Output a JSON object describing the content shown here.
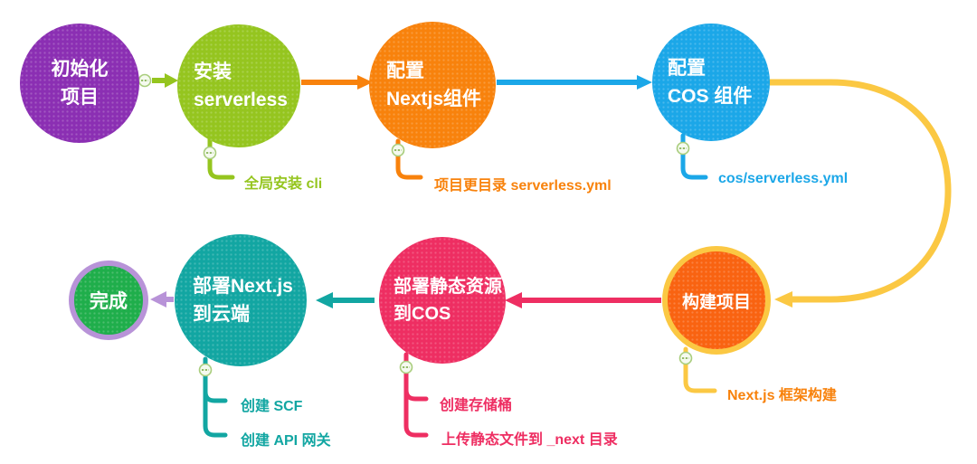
{
  "nodes": [
    {
      "id": "init-project",
      "lines": [
        "初始化",
        "项目"
      ]
    },
    {
      "id": "install-serverless",
      "lines": [
        "安装",
        "serverless"
      ]
    },
    {
      "id": "config-nextjs",
      "lines": [
        "配置",
        "Nextjs组件"
      ]
    },
    {
      "id": "config-cos",
      "lines": [
        "配置",
        "COS 组件"
      ]
    },
    {
      "id": "build-project",
      "lines": [
        "构建项目"
      ]
    },
    {
      "id": "deploy-static-to-cos",
      "lines": [
        "部署静态资源",
        "到COS"
      ]
    },
    {
      "id": "deploy-nextjs-to-cloud",
      "lines": [
        "部署Next.js",
        "到云端"
      ]
    },
    {
      "id": "done",
      "lines": [
        "完成"
      ]
    }
  ],
  "annotations": [
    {
      "text": "全局安装 cli",
      "color": "#95C51F"
    },
    {
      "text": "项目更目录 serverless.yml",
      "color": "#F8820C"
    },
    {
      "text": "cos/serverless.yml",
      "color": "#1BA7E8"
    },
    {
      "text": "Next.js 框架构建",
      "color": "#F8820C"
    },
    {
      "text": "创建存储桶",
      "color": "#EE2E62"
    },
    {
      "text": "上传静态文件到 _next 目录",
      "color": "#EE2E62"
    },
    {
      "text": "创建 SCF",
      "color": "#12A6A2"
    },
    {
      "text": "创建 API 网关",
      "color": "#12A6A2"
    }
  ],
  "colors": {
    "purple": "#8B2FB3",
    "green": "#95C51F",
    "orange": "#F8820C",
    "blue": "#1BA7E8",
    "build_orange": "#F96311",
    "yellow": "#FBC843",
    "pink": "#EE2E62",
    "teal": "#12A6A2",
    "done_green": "#1FAE4B",
    "ring_purple": "#B893D8",
    "icon_fill": "#F5FAEF",
    "icon_border": "#A9CD7D",
    "icon_dash": "#76A73F",
    "node_text": "#FFFFFF",
    "background": "#FFFFFF"
  }
}
